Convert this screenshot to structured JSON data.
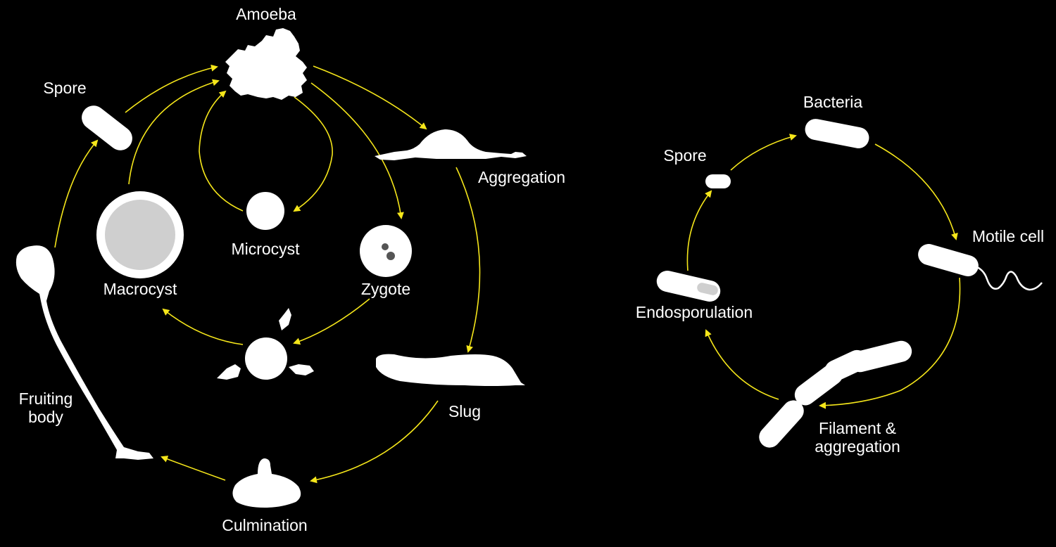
{
  "colors": {
    "background": "#000000",
    "arrow": "#f5e61a",
    "cell": "#ffffff",
    "cell_interior": "#cfcfcf"
  },
  "dicty": {
    "labels": {
      "amoeba": "Amoeba",
      "spore": "Spore",
      "aggregation": "Aggregation",
      "microcyst": "Microcyst",
      "macrocyst": "Macrocyst",
      "zygote": "Zygote",
      "fruiting_body_1": "Fruiting",
      "fruiting_body_2": "body",
      "slug": "Slug",
      "culmination": "Culmination"
    }
  },
  "bacteria": {
    "labels": {
      "bacteria": "Bacteria",
      "spore": "Spore",
      "motile_cell": "Motile cell",
      "endosporulation": "Endosporulation",
      "filament_1": "Filament &",
      "filament_2": "aggregation"
    }
  }
}
